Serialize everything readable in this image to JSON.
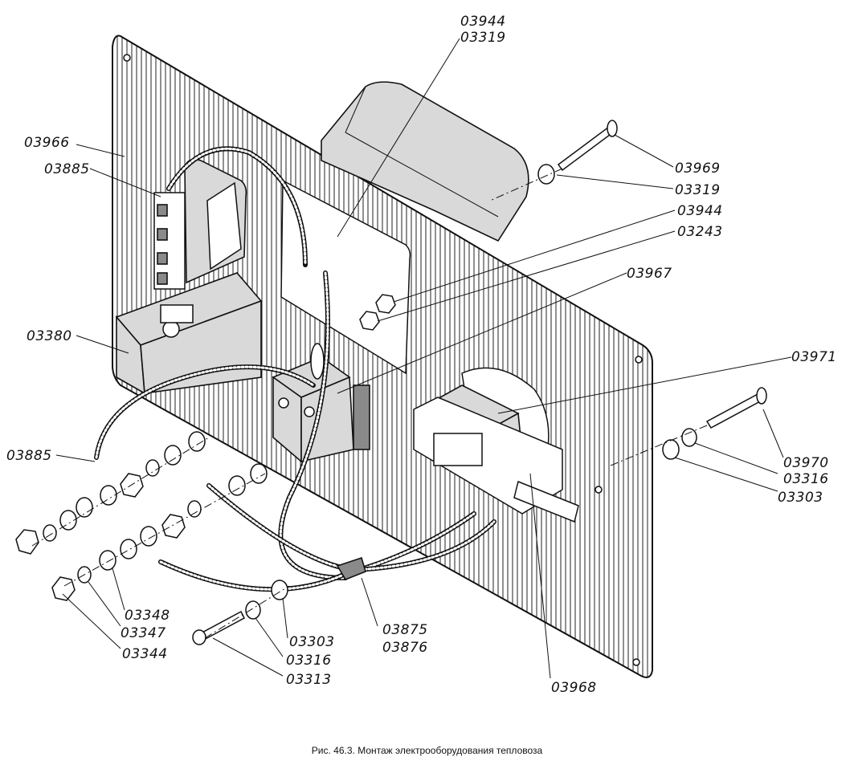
{
  "labels": {
    "l03944_top": "03944",
    "l03319_top": "03319",
    "l03966": "03966",
    "l03885_top": "03885",
    "l03969": "03969",
    "l03319_right": "03319",
    "l03944_right": "03944",
    "l03243": "03243",
    "l03967": "03967",
    "l03380": "03380",
    "l03971": "03971",
    "l03885_left": "03885",
    "l03970": "03970",
    "l03316_right": "03316",
    "l03303_right": "03303",
    "l03348": "03348",
    "l03347": "03347",
    "l03344": "03344",
    "l03303_bottom": "03303",
    "l03316_bottom": "03316",
    "l03313": "03313",
    "l03875": "03875",
    "l03876": "03876",
    "l03968": "03968"
  },
  "caption": "Рис. 46.3. Монтаж электрооборудования тепловоза"
}
